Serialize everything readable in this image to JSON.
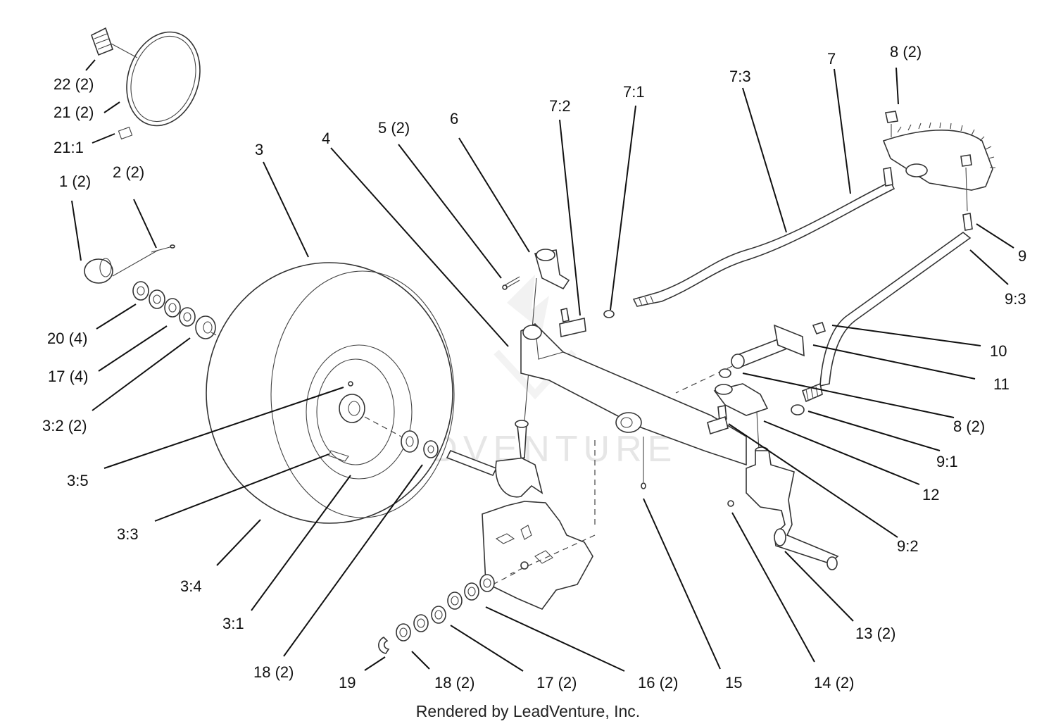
{
  "watermark": "LEADVENTURE",
  "credit": "Rendered by LeadVenture, Inc.",
  "callouts": [
    {
      "id": "22",
      "text": "22 (2)"
    },
    {
      "id": "21",
      "text": "21 (2)"
    },
    {
      "id": "21-1",
      "text": "21:1"
    },
    {
      "id": "1",
      "text": "1 (2)"
    },
    {
      "id": "2",
      "text": "2 (2)"
    },
    {
      "id": "3",
      "text": "3"
    },
    {
      "id": "4",
      "text": "4"
    },
    {
      "id": "5",
      "text": "5 (2)"
    },
    {
      "id": "6",
      "text": "6"
    },
    {
      "id": "7-2",
      "text": "7:2"
    },
    {
      "id": "7-1",
      "text": "7:1"
    },
    {
      "id": "7-3",
      "text": "7:3"
    },
    {
      "id": "7",
      "text": "7"
    },
    {
      "id": "8-top",
      "text": "8 (2)"
    },
    {
      "id": "9",
      "text": "9"
    },
    {
      "id": "9-3",
      "text": "9:3"
    },
    {
      "id": "10",
      "text": "10"
    },
    {
      "id": "11",
      "text": "11"
    },
    {
      "id": "8-mid",
      "text": "8 (2)"
    },
    {
      "id": "9-1",
      "text": "9:1"
    },
    {
      "id": "12",
      "text": "12"
    },
    {
      "id": "9-2",
      "text": "9:2"
    },
    {
      "id": "13",
      "text": "13 (2)"
    },
    {
      "id": "14",
      "text": "14 (2)"
    },
    {
      "id": "15",
      "text": "15"
    },
    {
      "id": "16",
      "text": "16 (2)"
    },
    {
      "id": "17-bottom",
      "text": "17 (2)"
    },
    {
      "id": "18-bottom",
      "text": "18 (2)"
    },
    {
      "id": "19",
      "text": "19"
    },
    {
      "id": "18-left",
      "text": "18 (2)"
    },
    {
      "id": "3-1",
      "text": "3:1"
    },
    {
      "id": "3-4",
      "text": "3:4"
    },
    {
      "id": "3-3",
      "text": "3:3"
    },
    {
      "id": "3-5",
      "text": "3:5"
    },
    {
      "id": "3-2",
      "text": "3:2 (2)"
    },
    {
      "id": "17-left",
      "text": "17 (4)"
    },
    {
      "id": "20",
      "text": "20 (4)"
    }
  ]
}
